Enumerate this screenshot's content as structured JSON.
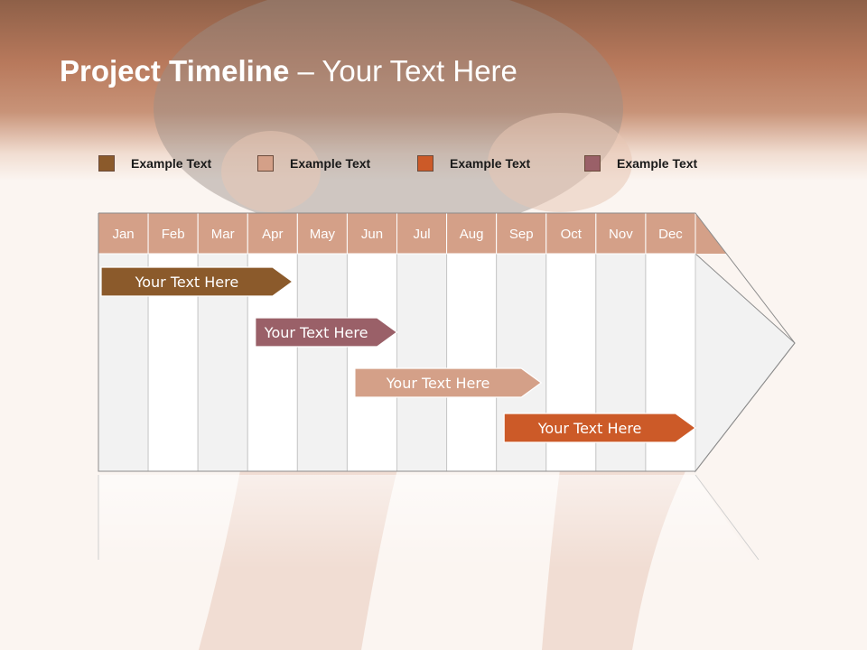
{
  "title": {
    "bold": "Project Timeline",
    "rest": " – Your Text Here"
  },
  "legend": [
    {
      "label": "Example Text",
      "color": "#8b5a2b"
    },
    {
      "label": "Example Text",
      "color": "#d4a088"
    },
    {
      "label": "Example Text",
      "color": "#cc5a28"
    },
    {
      "label": "Example Text",
      "color": "#9a6068"
    }
  ],
  "months": [
    "Jan",
    "Feb",
    "Mar",
    "Apr",
    "May",
    "Jun",
    "Jul",
    "Aug",
    "Sep",
    "Oct",
    "Nov",
    "Dec"
  ],
  "tasks": [
    {
      "label": "Your  Text Here",
      "start": 0,
      "end": 3.9,
      "color": "#8b5a2b"
    },
    {
      "label": "Your  Text Here",
      "start": 3.1,
      "end": 6,
      "color": "#9a6068"
    },
    {
      "label": "Your  Text Here",
      "start": 5.1,
      "end": 8.9,
      "color": "#d4a088"
    },
    {
      "label": "Your  Text Here",
      "start": 8.1,
      "end": 12,
      "color": "#cc5a28"
    }
  ],
  "colors": {
    "header_cell": "#d4a088",
    "shaded_col": "#f2f2f2",
    "plain_col": "#ffffff"
  }
}
